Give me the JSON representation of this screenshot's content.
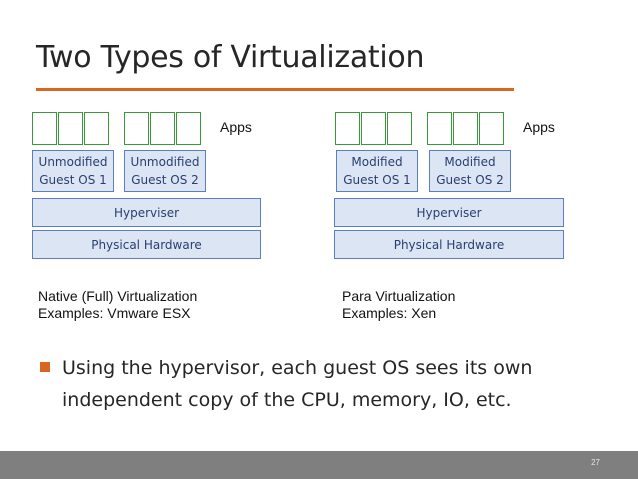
{
  "slide": {
    "title": "Two Types of Virtualization",
    "page_number": "27",
    "accent_color": "#d9661f"
  },
  "diagrams": [
    {
      "apps_label": "Apps",
      "guests": [
        "Unmodified\nGuest OS 1",
        "Unmodified\nGuest OS 2"
      ],
      "hypervisor": "Hyperviser",
      "hardware": "Physical Hardware",
      "caption_line1": "Native (Full) Virtualization",
      "caption_line2": "Examples: Vmware ESX"
    },
    {
      "apps_label": "Apps",
      "guests": [
        "Modified\nGuest OS 1",
        "Modified\nGuest OS 2"
      ],
      "hypervisor": "Hyperviser",
      "hardware": "Physical Hardware",
      "caption_line1": "Para Virtualization",
      "caption_line2": "Examples: Xen"
    }
  ],
  "bullet": {
    "text": "Using the hypervisor, each guest OS sees its own independent copy of the CPU, memory, IO, etc."
  }
}
